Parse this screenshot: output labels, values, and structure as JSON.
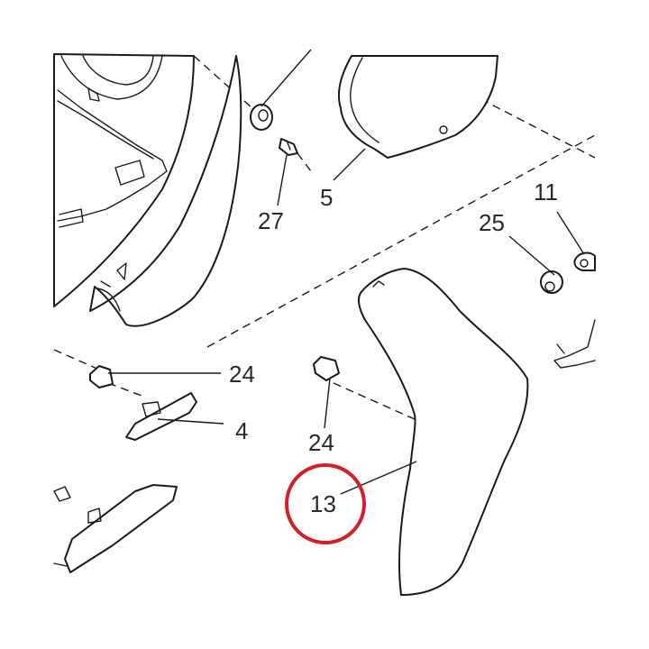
{
  "diagram": {
    "callouts": [
      {
        "id": "c27",
        "label": "27"
      },
      {
        "id": "c5",
        "label": "5"
      },
      {
        "id": "c11",
        "label": "11"
      },
      {
        "id": "c25",
        "label": "25"
      },
      {
        "id": "c24a",
        "label": "24"
      },
      {
        "id": "c4",
        "label": "4"
      },
      {
        "id": "c24b",
        "label": "24"
      },
      {
        "id": "c13",
        "label": "13"
      }
    ],
    "highlight": {
      "part": "13",
      "color": "#d0202a"
    }
  }
}
